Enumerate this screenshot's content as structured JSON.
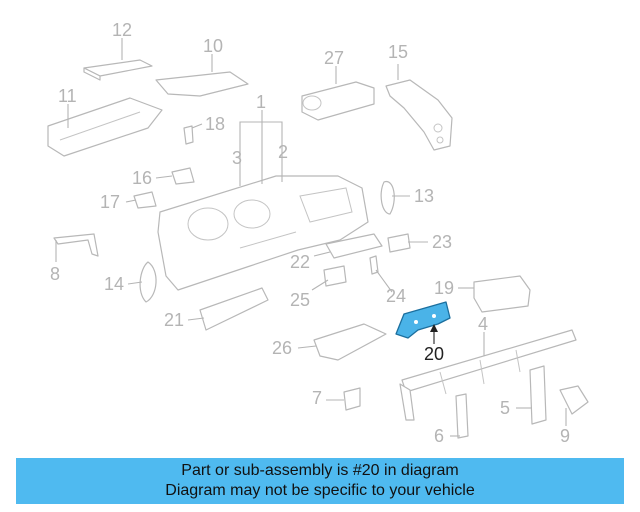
{
  "diagram": {
    "highlighted_part": "20",
    "callouts": [
      "1",
      "2",
      "3",
      "4",
      "5",
      "6",
      "7",
      "8",
      "9",
      "10",
      "11",
      "12",
      "13",
      "14",
      "15",
      "16",
      "17",
      "18",
      "19",
      "20",
      "21",
      "22",
      "23",
      "24",
      "25",
      "26",
      "27"
    ],
    "colors": {
      "highlight": "#4ab3e8",
      "banner": "#4fbaf0",
      "line_art": "#b8b8b8"
    }
  },
  "banner": {
    "line1": "Part or sub-assembly is #20 in diagram",
    "line2": "Diagram may not be specific to your vehicle"
  }
}
